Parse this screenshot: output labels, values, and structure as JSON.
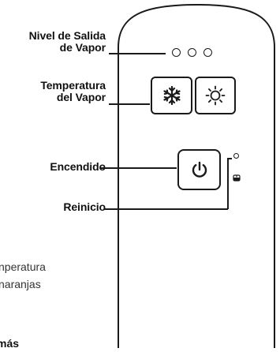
{
  "labels": {
    "steam_level": {
      "line1": "Nivel de Salida",
      "line2": "de Vapor"
    },
    "steam_temperature": {
      "line1": "Temperatura",
      "line2": "del Vapor"
    },
    "power": "Encendido",
    "reset": "Reinicio"
  },
  "bottom_text": {
    "line1": "nperatura",
    "line2": "naranjas",
    "line3": "más"
  },
  "icons": {
    "cold_button": "snowflake-icon",
    "warm_button": "sun-icon",
    "power_button": "power-icon",
    "reset_indicator": "reset-icon"
  },
  "colors": {
    "outline": "#1a1a1a",
    "text": "#111111",
    "background": "#ffffff"
  }
}
